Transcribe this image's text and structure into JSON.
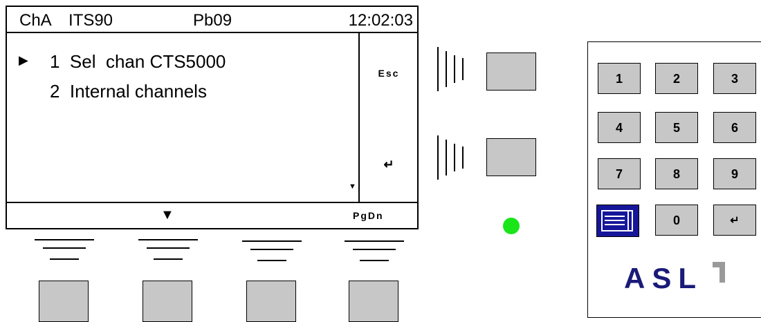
{
  "display": {
    "header": {
      "channel": "ChA",
      "scale": "ITS90",
      "probe": "Pb09",
      "time": "12:02:03"
    },
    "menu": {
      "items": [
        {
          "number": "1",
          "label": "Sel  chan CTS5000"
        },
        {
          "number": "2",
          "label": "Internal channels"
        }
      ],
      "cursor": "▶",
      "scroll_indicator": "▼"
    },
    "softkeys": {
      "esc": "Esc",
      "enter": "↵"
    },
    "footer": {
      "down": "▼",
      "pgdn": "PgDn"
    }
  },
  "keypad": {
    "keys": [
      "1",
      "2",
      "3",
      "4",
      "5",
      "6",
      "7",
      "8",
      "9"
    ],
    "zero": "0",
    "enter": "↵",
    "menu_icon": "menu-list-icon",
    "logo": "ASL"
  },
  "colors": {
    "key_grey": "#c7c7c7",
    "led_green": "#19e519",
    "menu_key_blue": "#16169a",
    "logo_navy": "#1a1a78",
    "logo_mark_grey": "#9a9a9a"
  }
}
